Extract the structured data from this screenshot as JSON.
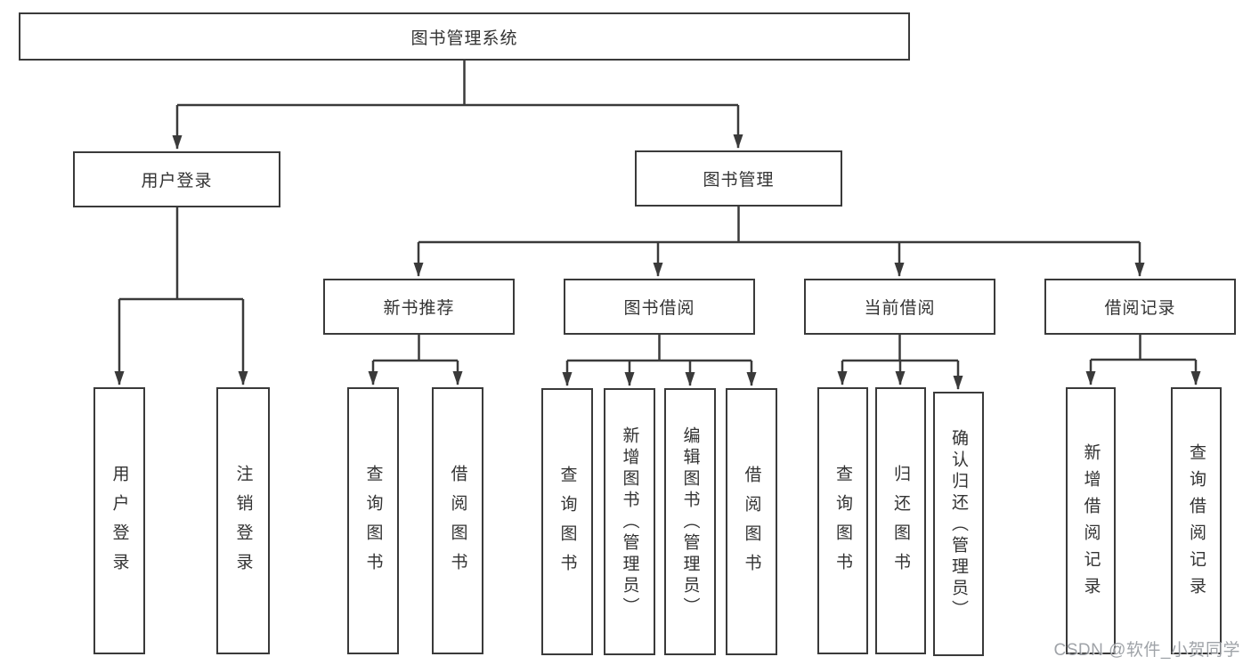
{
  "tree": {
    "label": "图书管理系统",
    "children": [
      {
        "label": "用户登录",
        "children": [
          {
            "label": "用户登录"
          },
          {
            "label": "注销登录"
          }
        ]
      },
      {
        "label": "图书管理",
        "children": [
          {
            "label": "新书推荐",
            "children": [
              {
                "label": "查询图书"
              },
              {
                "label": "借阅图书"
              }
            ]
          },
          {
            "label": "图书借阅",
            "children": [
              {
                "label": "查询图书"
              },
              {
                "label": "新增图书（管理员）"
              },
              {
                "label": "编辑图书（管理员）"
              },
              {
                "label": "借阅图书"
              }
            ]
          },
          {
            "label": "当前借阅",
            "children": [
              {
                "label": "查询图书"
              },
              {
                "label": "归还图书"
              },
              {
                "label": "确认归还（管理员）"
              }
            ]
          },
          {
            "label": "借阅记录",
            "children": [
              {
                "label": "新增借阅记录"
              },
              {
                "label": "查询借阅记录"
              }
            ]
          }
        ]
      }
    ]
  },
  "watermark": "CSDN @软件_小贺同学",
  "colors": {
    "line": "#3a3a3a",
    "text": "#333333",
    "watermark": "#8f9399"
  }
}
